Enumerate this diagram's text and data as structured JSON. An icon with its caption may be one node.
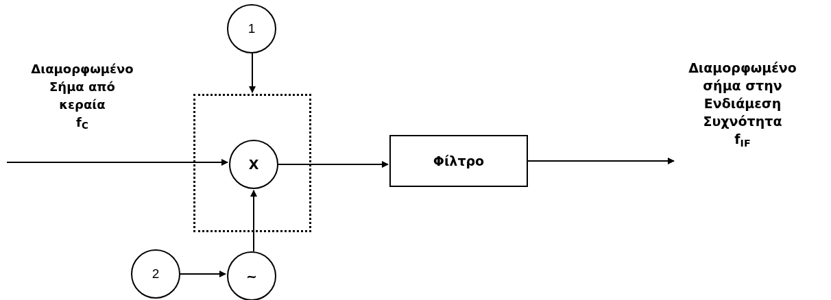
{
  "diagram": {
    "nodes": [
      {
        "text": [
          "1"
        ]
      },
      {
        "text": [],
        "shape": "box"
      },
      {
        "text": [
          "X"
        ],
        "in": 1
      },
      {
        "text": [
          "Φίλτρο"
        ]
      },
      {
        "text": [
          "Διαμορφωμένο σήμα στην Ενδιάμεση Συχνότητα",
          "f$_{IF}$"
        ]
      },
      {
        "text": [
          "2"
        ]
      },
      {
        "text": [
          "~"
        ]
      }
    ],
    "edges": [
      {
        "from": null,
        "to": 2,
        "arrow": "to"
      },
      {
        "from": 0,
        "to": 1,
        "arrow": "to"
      },
      {
        "from": 2,
        "to": 3,
        "arrow": "to"
      },
      {
        "from": 3,
        "to": 4,
        "arrow": "to"
      },
      {
        "from": 5,
        "to": 6,
        "arrow": "to"
      },
      {
        "from": 6,
        "to": 2,
        "arrow": "to"
      }
    ],
    "labels": [
      "Διαμορφωμένο Σήμα από κεραία",
      "f$_{C}$"
    ]
  }
}
